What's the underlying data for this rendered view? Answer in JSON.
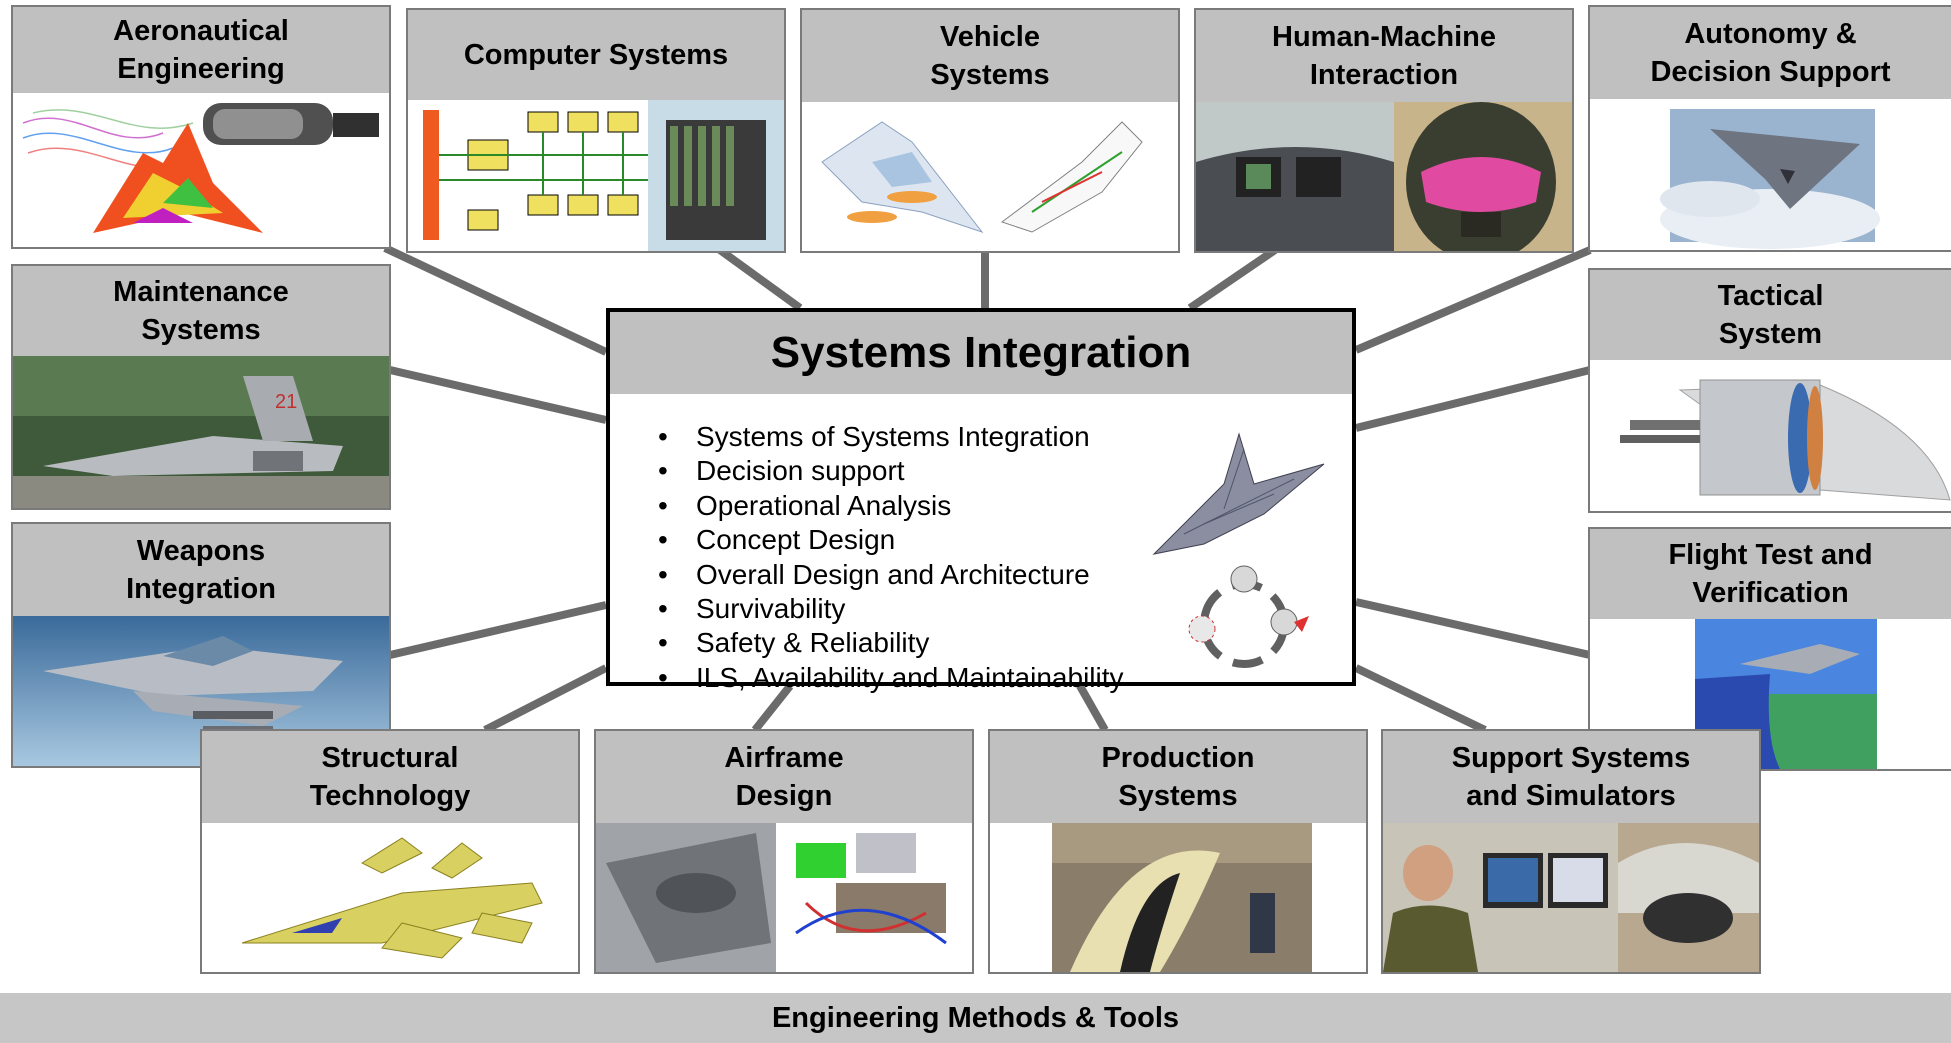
{
  "center": {
    "title": "Systems Integration",
    "bullet_symbol": "•",
    "bullets": [
      "Systems of Systems Integration",
      "Decision support",
      "Operational Analysis",
      "Concept Design",
      "Overall Design and Architecture",
      "Survivability",
      "Safety & Reliability",
      "ILS, Availability and Maintainability"
    ]
  },
  "boxes": {
    "aeronautical": [
      "Aeronautical",
      "Engineering"
    ],
    "computer": [
      "Computer Systems"
    ],
    "vehicle": [
      "Vehicle",
      "Systems"
    ],
    "hmi": [
      "Human-Machine",
      "Interaction"
    ],
    "autonomy": [
      "Autonomy &",
      "Decision Support"
    ],
    "maintenance": [
      "Maintenance",
      "Systems"
    ],
    "tactical": [
      "Tactical",
      "System"
    ],
    "weapons": [
      "Weapons",
      "Integration"
    ],
    "flight_test": [
      "Flight Test and",
      "Verification"
    ],
    "structural": [
      "Structural",
      "Technology"
    ],
    "airframe": [
      "Airframe",
      "Design"
    ],
    "production": [
      "Production",
      "Systems"
    ],
    "support": [
      "Support Systems",
      "and Simulators"
    ]
  },
  "footer": "Engineering Methods & Tools",
  "colors": {
    "header_gray": "#c0c0c0",
    "connector": "#6b6b6b",
    "border": "#7a7a7a"
  }
}
